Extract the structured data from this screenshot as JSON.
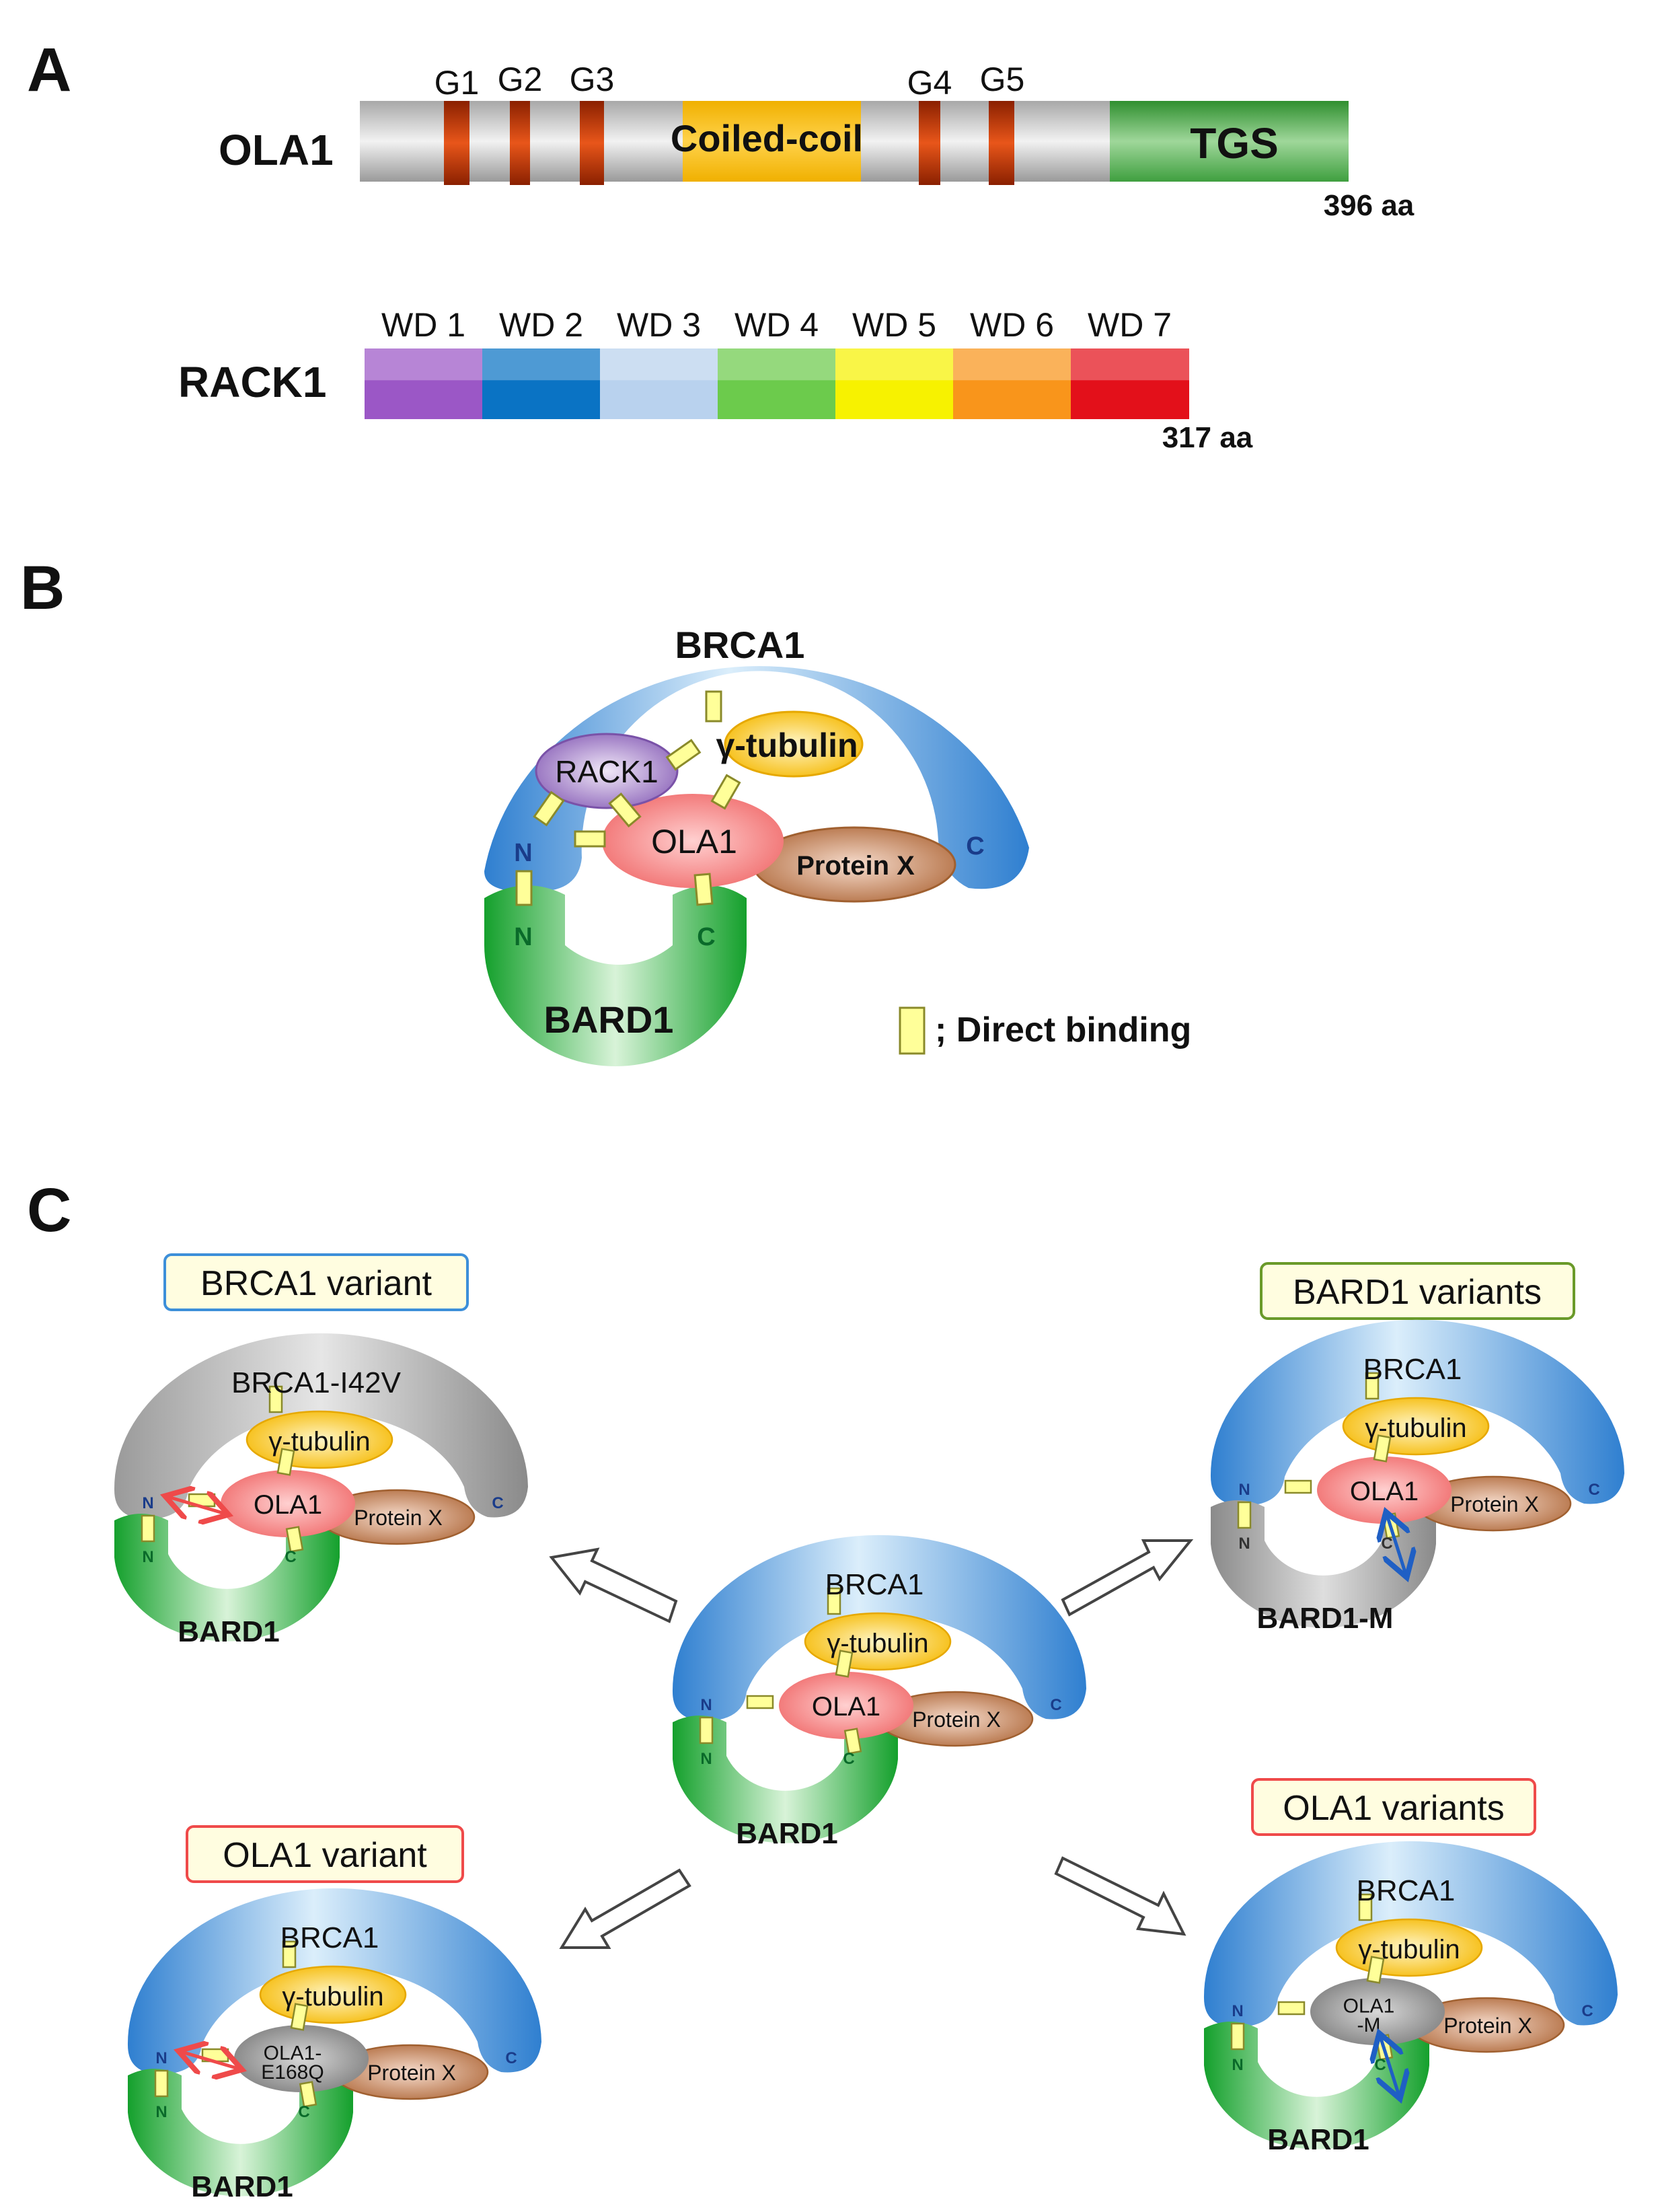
{
  "panel_a": {
    "letter": "A",
    "ola1": {
      "name": "OLA1",
      "g_labels": [
        "G1",
        "G2",
        "G3",
        "G4",
        "G5"
      ],
      "coiled_coil": "Coiled-coil",
      "tgs": "TGS",
      "length": "396 aa"
    },
    "rack1": {
      "name": "RACK1",
      "wd_labels": [
        "WD 1",
        "WD 2",
        "WD 3",
        "WD 4",
        "WD 5",
        "WD 6",
        "WD 7"
      ],
      "wd_colors": [
        "#9b57c6",
        "#0a73c4",
        "#b9d2ee",
        "#6ccb4c",
        "#f7f200",
        "#f9951b",
        "#e3101a"
      ],
      "length": "317 aa"
    }
  },
  "panel_b": {
    "letter": "B",
    "brca1": "BRCA1",
    "rack1": "RACK1",
    "gamma_tubulin": "γ-tubulin",
    "ola1": "OLA1",
    "protein_x": "Protein X",
    "bard1": "BARD1",
    "n": "N",
    "c": "C",
    "legend": "; Direct binding"
  },
  "panel_c": {
    "letter": "C",
    "boxes": {
      "brca1_variant": "BRCA1 variant",
      "bard1_variants": "BARD1 variants",
      "ola1_variant": "OLA1 variant",
      "ola1_variants": "OLA1 variants"
    },
    "complexes": {
      "center": {
        "arch": "BRCA1",
        "ola": "OLA1",
        "bottom": "BARD1"
      },
      "top_left": {
        "arch": "BRCA1-I42V",
        "ola": "OLA1",
        "bottom": "BARD1"
      },
      "top_right": {
        "arch": "BRCA1",
        "ola": "OLA1",
        "bottom": "BARD1-M"
      },
      "bottom_left": {
        "arch": "BRCA1",
        "ola": "OLA1-\nE168Q",
        "bottom": "BARD1"
      },
      "bottom_right": {
        "arch": "BRCA1",
        "ola": "OLA1\n-M",
        "bottom": "BARD1"
      }
    },
    "gamma_tubulin": "γ-tubulin",
    "protein_x": "Protein X",
    "n": "N",
    "c": "C"
  },
  "colors": {
    "brca1_blue": "#3d8fd9",
    "bard1_green": "#1fa83a",
    "ola1_pink": "#f27a7a",
    "gamma_yellow": "#f9c21a",
    "rack1_purple": "#8a6ab8",
    "protein_x_brown": "#b87447",
    "variant_grey": "#8c8c8c",
    "binding_yellow": "#ffff99",
    "red_arrow": "#ef4a4a",
    "blue_arrow": "#1f5fc4"
  }
}
